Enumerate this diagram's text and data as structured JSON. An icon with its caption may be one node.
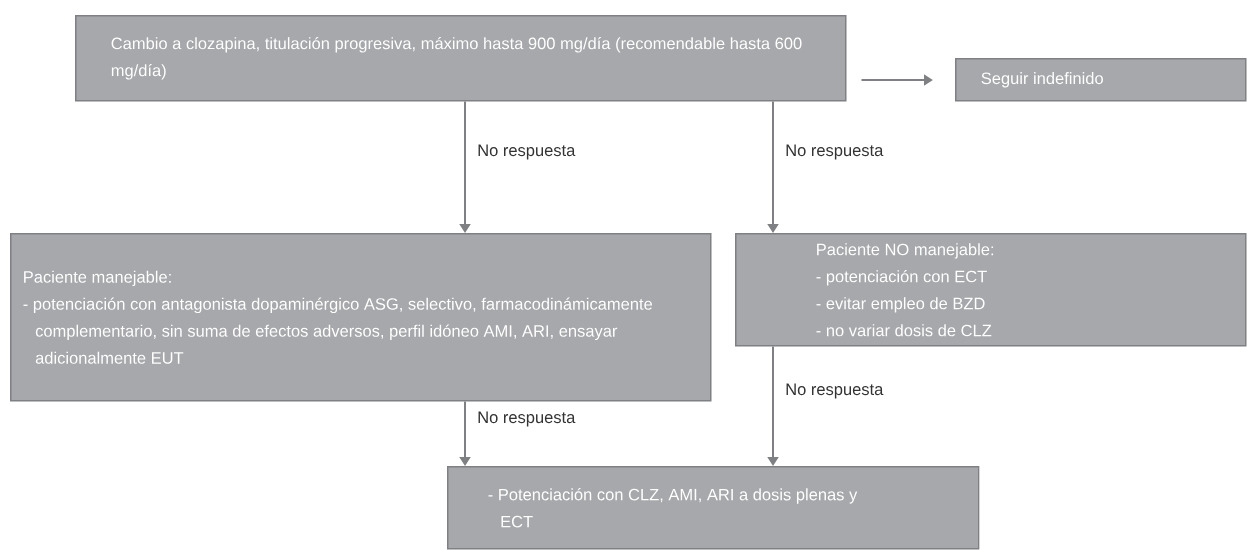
{
  "diagram": {
    "nodes": [
      {
        "text": [
          "Cambio a clozapina, titulación progresiva, máximo hasta 900 mg/día (recomendable hasta 600 mg/día)"
        ]
      },
      {
        "text": [
          "Seguir indefinido"
        ]
      },
      {
        "text": [
          "Paciente manejable:",
          "- potenciación con antagonista dopaminérgico ASG, selectivo, farmacodinámicamente complementario, sin suma de efectos adversos, perfil idóneo AMI, ARI, ensayar adicionalmente EUT"
        ]
      },
      {
        "text": [
          "Paciente NO manejable:",
          "- potenciación con ECT",
          "- evitar empleo de BZD",
          "- no variar dosis de CLZ"
        ]
      },
      {
        "text": [
          "- Potenciación con CLZ, AMI, ARI a dosis plenas y ECT"
        ]
      }
    ],
    "edges": [
      {
        "from": 0,
        "to": 1,
        "arrow": "to"
      },
      {
        "from": 0,
        "to": 2,
        "arrow": "to",
        "label": "No respuesta"
      },
      {
        "from": 0,
        "to": 3,
        "arrow": "to",
        "label": "No respuesta"
      },
      {
        "from": 2,
        "to": 4,
        "arrow": "to",
        "label": "No respuesta"
      },
      {
        "from": 3,
        "to": 4,
        "arrow": "to",
        "label": "No respuesta"
      }
    ]
  }
}
